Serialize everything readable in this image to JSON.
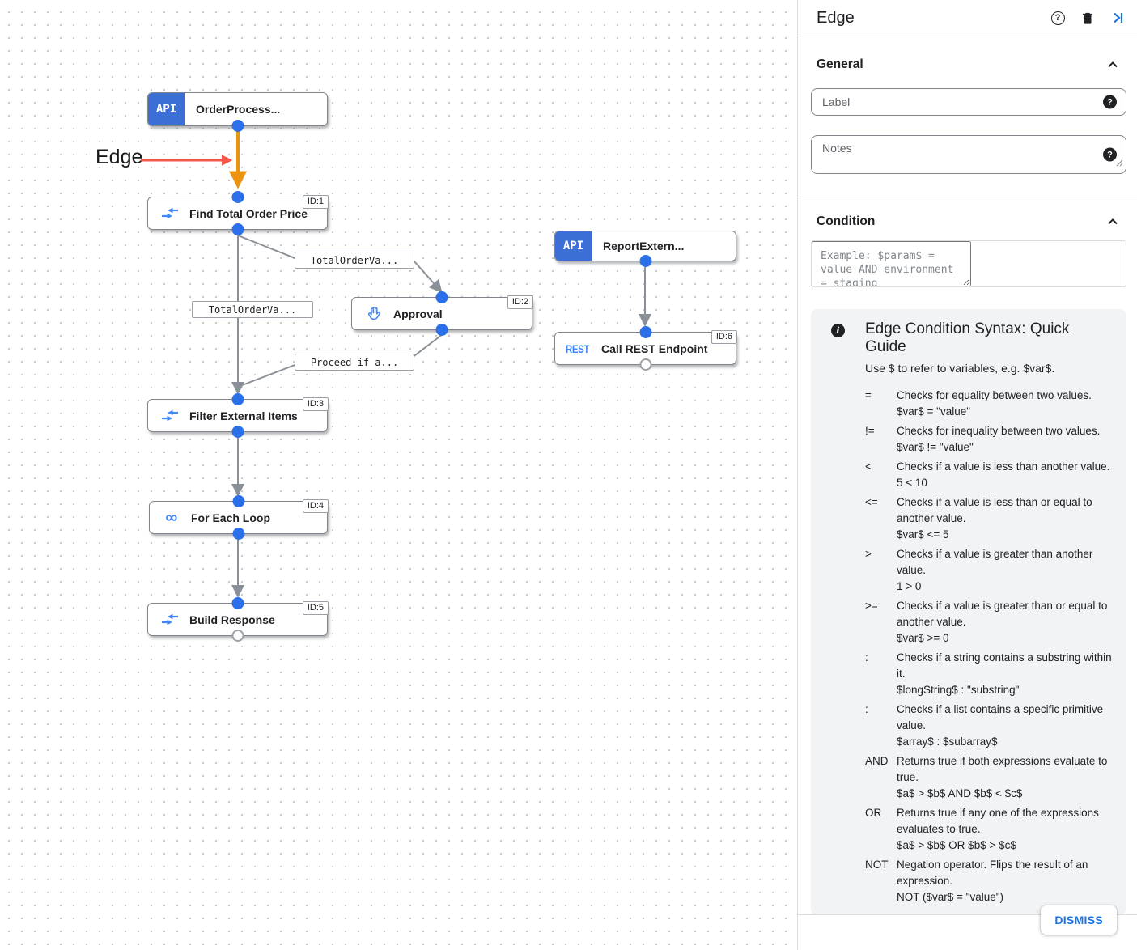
{
  "icons": {
    "help_glyph": "?",
    "info_glyph": "i",
    "question_filled": "?"
  },
  "canvas": {
    "annotation_label": "Edge",
    "icon_labels": {
      "api": "API",
      "rest": "REST",
      "loop": "∞"
    },
    "nodes": {
      "order_process": {
        "title": "OrderProcess..."
      },
      "find_total": {
        "title": "Find Total Order Price",
        "id": "ID:1"
      },
      "approval": {
        "title": "Approval",
        "id": "ID:2"
      },
      "report_extern": {
        "title": "ReportExtern..."
      },
      "call_rest": {
        "title": "Call REST Endpoint",
        "id": "ID:6"
      },
      "filter_items": {
        "title": "Filter External Items",
        "id": "ID:3"
      },
      "for_each": {
        "title": "For Each Loop",
        "id": "ID:4"
      },
      "build_response": {
        "title": "Build Response",
        "id": "ID:5"
      }
    },
    "edge_labels": {
      "branch_to_approval": "TotalOrderVa...",
      "main_branch": "TotalOrderVa...",
      "from_approval": "Proceed if a..."
    },
    "colors": {
      "edge_highlight": "#ea9410",
      "annotation_arrow": "#f4564a",
      "edge_gray": "#8a9097",
      "node_blue": "#4285f4",
      "api_chip_blue": "#3b6fd6",
      "port_blue": "#2b70e8"
    }
  },
  "panel": {
    "title": "Edge",
    "accent_color": "#1a73e8",
    "general": {
      "heading": "General",
      "label_placeholder": "Label",
      "notes_placeholder": "Notes"
    },
    "condition": {
      "heading": "Condition",
      "placeholder": "Example: $param$ = value AND environment = staging"
    },
    "guide": {
      "title": "Edge Condition Syntax: Quick Guide",
      "subtitle": "Use $ to refer to variables, e.g. $var$.",
      "items": [
        {
          "op": "=",
          "desc": "Checks for equality between two values.",
          "example": "$var$ = \"value\""
        },
        {
          "op": "!=",
          "desc": "Checks for inequality between two values.",
          "example": "$var$ != \"value\""
        },
        {
          "op": "<",
          "desc": "Checks if a value is less than another value.",
          "example": "5 < 10"
        },
        {
          "op": "<=",
          "desc": "Checks if a value is less than or equal to another value.",
          "example": "$var$ <= 5"
        },
        {
          "op": ">",
          "desc": "Checks if a value is greater than another value.",
          "example": "1 > 0"
        },
        {
          "op": ">=",
          "desc": "Checks if a value is greater than or equal to another value.",
          "example": "$var$ >= 0"
        },
        {
          "op": ":",
          "desc": "Checks if a string contains a substring within it.",
          "example": "$longString$ : \"substring\""
        },
        {
          "op": ":",
          "desc": "Checks if a list contains a specific primitive value.",
          "example": "$array$ : $subarray$"
        },
        {
          "op": "AND",
          "desc": "Returns true if both expressions evaluate to true.",
          "example": "$a$ > $b$ AND $b$ < $c$"
        },
        {
          "op": "OR",
          "desc": "Returns true if any one of the expressions evaluates to true.",
          "example": "$a$ > $b$ OR $b$ > $c$"
        },
        {
          "op": "NOT",
          "desc": "Negation operator. Flips the result of an expression.",
          "example": "NOT ($var$ = \"value\")"
        }
      ]
    },
    "dismiss_label": "DISMISS"
  }
}
